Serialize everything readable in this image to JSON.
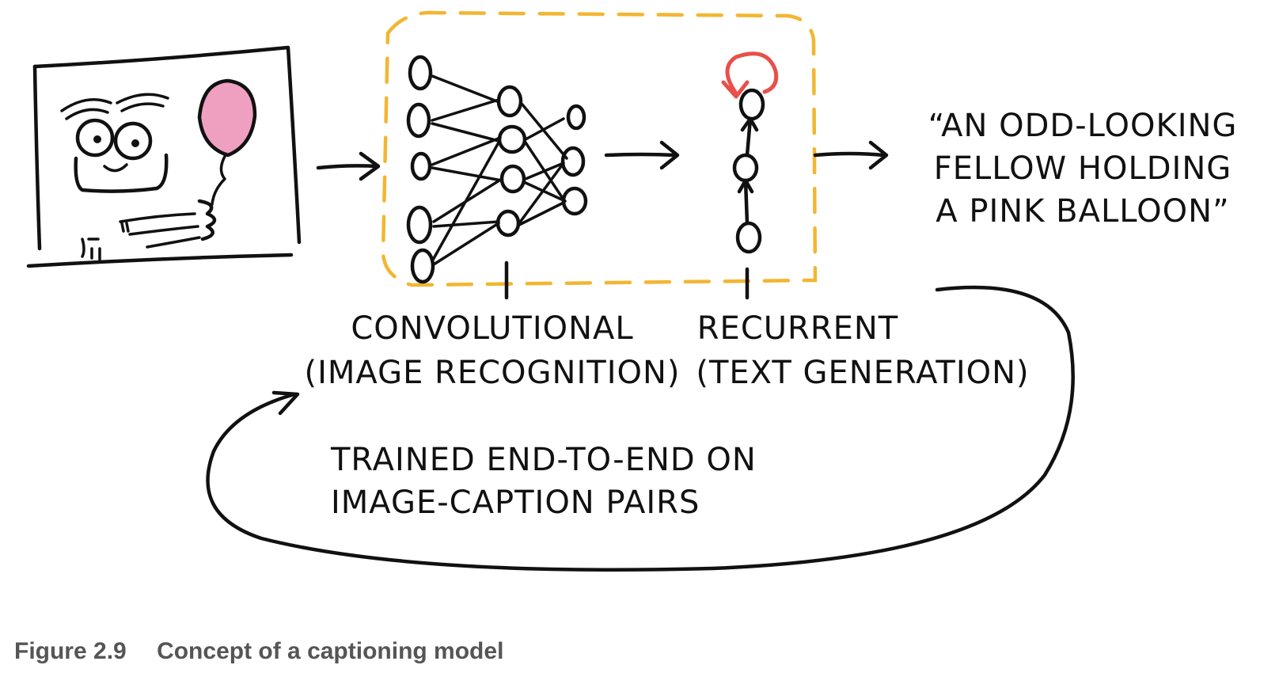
{
  "labels": {
    "convolutional_line1": "CONVOLUTIONAL",
    "convolutional_line2": "(IMAGE RECOGNITION)",
    "recurrent_line1": "RECURRENT",
    "recurrent_line2": "(TEXT GENERATION)",
    "caption_line1": "“AN ODD-LOOKING",
    "caption_line2": "FELLOW HOLDING",
    "caption_line3": "A PINK BALLOON”",
    "training_line1": "TRAINED END-TO-END ON",
    "training_line2": "IMAGE-CAPTION PAIRS"
  },
  "figure": {
    "number": "Figure 2.9",
    "title": "Concept of a captioning model"
  },
  "colors": {
    "ink": "#111111",
    "dashed_box": "#f2b632",
    "recurrent_loop": "#e8504a",
    "balloon": "#ec8fb5",
    "caption_text": "#555555"
  },
  "icons": {
    "input_image": "face-with-pink-balloon-drawing",
    "loop": "self-loop-arrow"
  }
}
